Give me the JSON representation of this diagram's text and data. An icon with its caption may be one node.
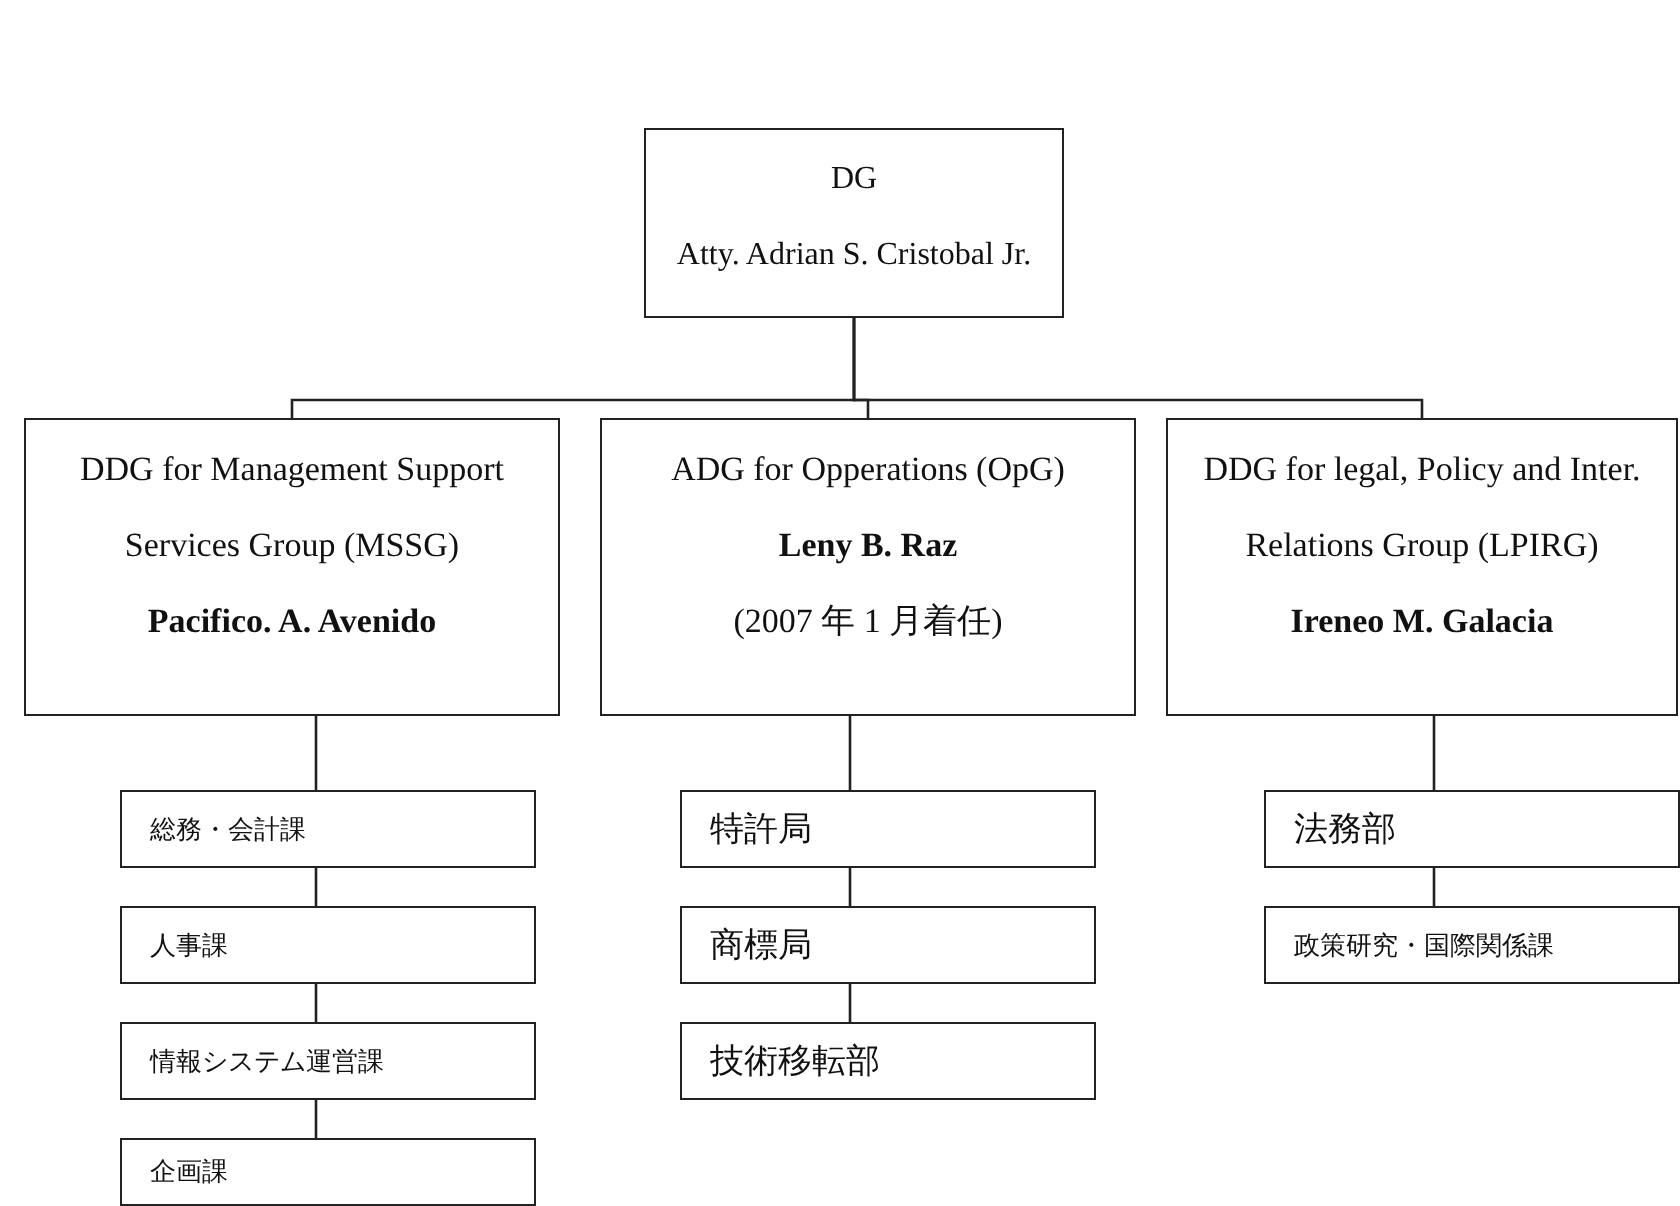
{
  "diagram": {
    "nodes": [
      {
        "text": [
          "DG",
          "Atty. Adrian S. Cristobal Jr."
        ]
      },
      {
        "text": [
          "DDG for Management Support Services Group (MSSG)",
          "Pacifico. A. Avenido"
        ]
      },
      {
        "text": [
          "ADG for Opperations (OpG)",
          "Leny B. Raz",
          "(2007 年 1 月着任)"
        ]
      },
      {
        "text": [
          "DDG for legal, Policy and Inter. Relations Group (LPIRG)",
          "Ireneo M. Galacia"
        ]
      },
      {
        "text": [
          "総務・会計課"
        ]
      },
      {
        "text": [
          "人事課"
        ]
      },
      {
        "text": [
          "情報システム運営課"
        ]
      },
      {
        "text": [
          "企画課"
        ]
      },
      {
        "text": [
          "特許局"
        ]
      },
      {
        "text": [
          "商標局"
        ]
      },
      {
        "text": [
          "技術移転部"
        ]
      },
      {
        "text": [
          "法務部"
        ]
      },
      {
        "text": [
          "政策研究・国際関係課"
        ]
      }
    ],
    "edges": [
      {
        "from": 0,
        "to": 1,
        "arrow": "none"
      },
      {
        "from": 0,
        "to": 2,
        "arrow": "none"
      },
      {
        "from": 0,
        "to": 3,
        "arrow": "none"
      },
      {
        "from": 1,
        "to": 4,
        "arrow": "none"
      },
      {
        "from": 4,
        "to": 5,
        "arrow": "none"
      },
      {
        "from": 5,
        "to": 6,
        "arrow": "none"
      },
      {
        "from": 6,
        "to": 7,
        "arrow": "none"
      },
      {
        "from": 2,
        "to": 8,
        "arrow": "none"
      },
      {
        "from": 8,
        "to": 9,
        "arrow": "none"
      },
      {
        "from": 9,
        "to": 10,
        "arrow": "none"
      },
      {
        "from": 3,
        "to": 11,
        "arrow": "none"
      },
      {
        "from": 11,
        "to": 12,
        "arrow": "none"
      }
    ]
  }
}
